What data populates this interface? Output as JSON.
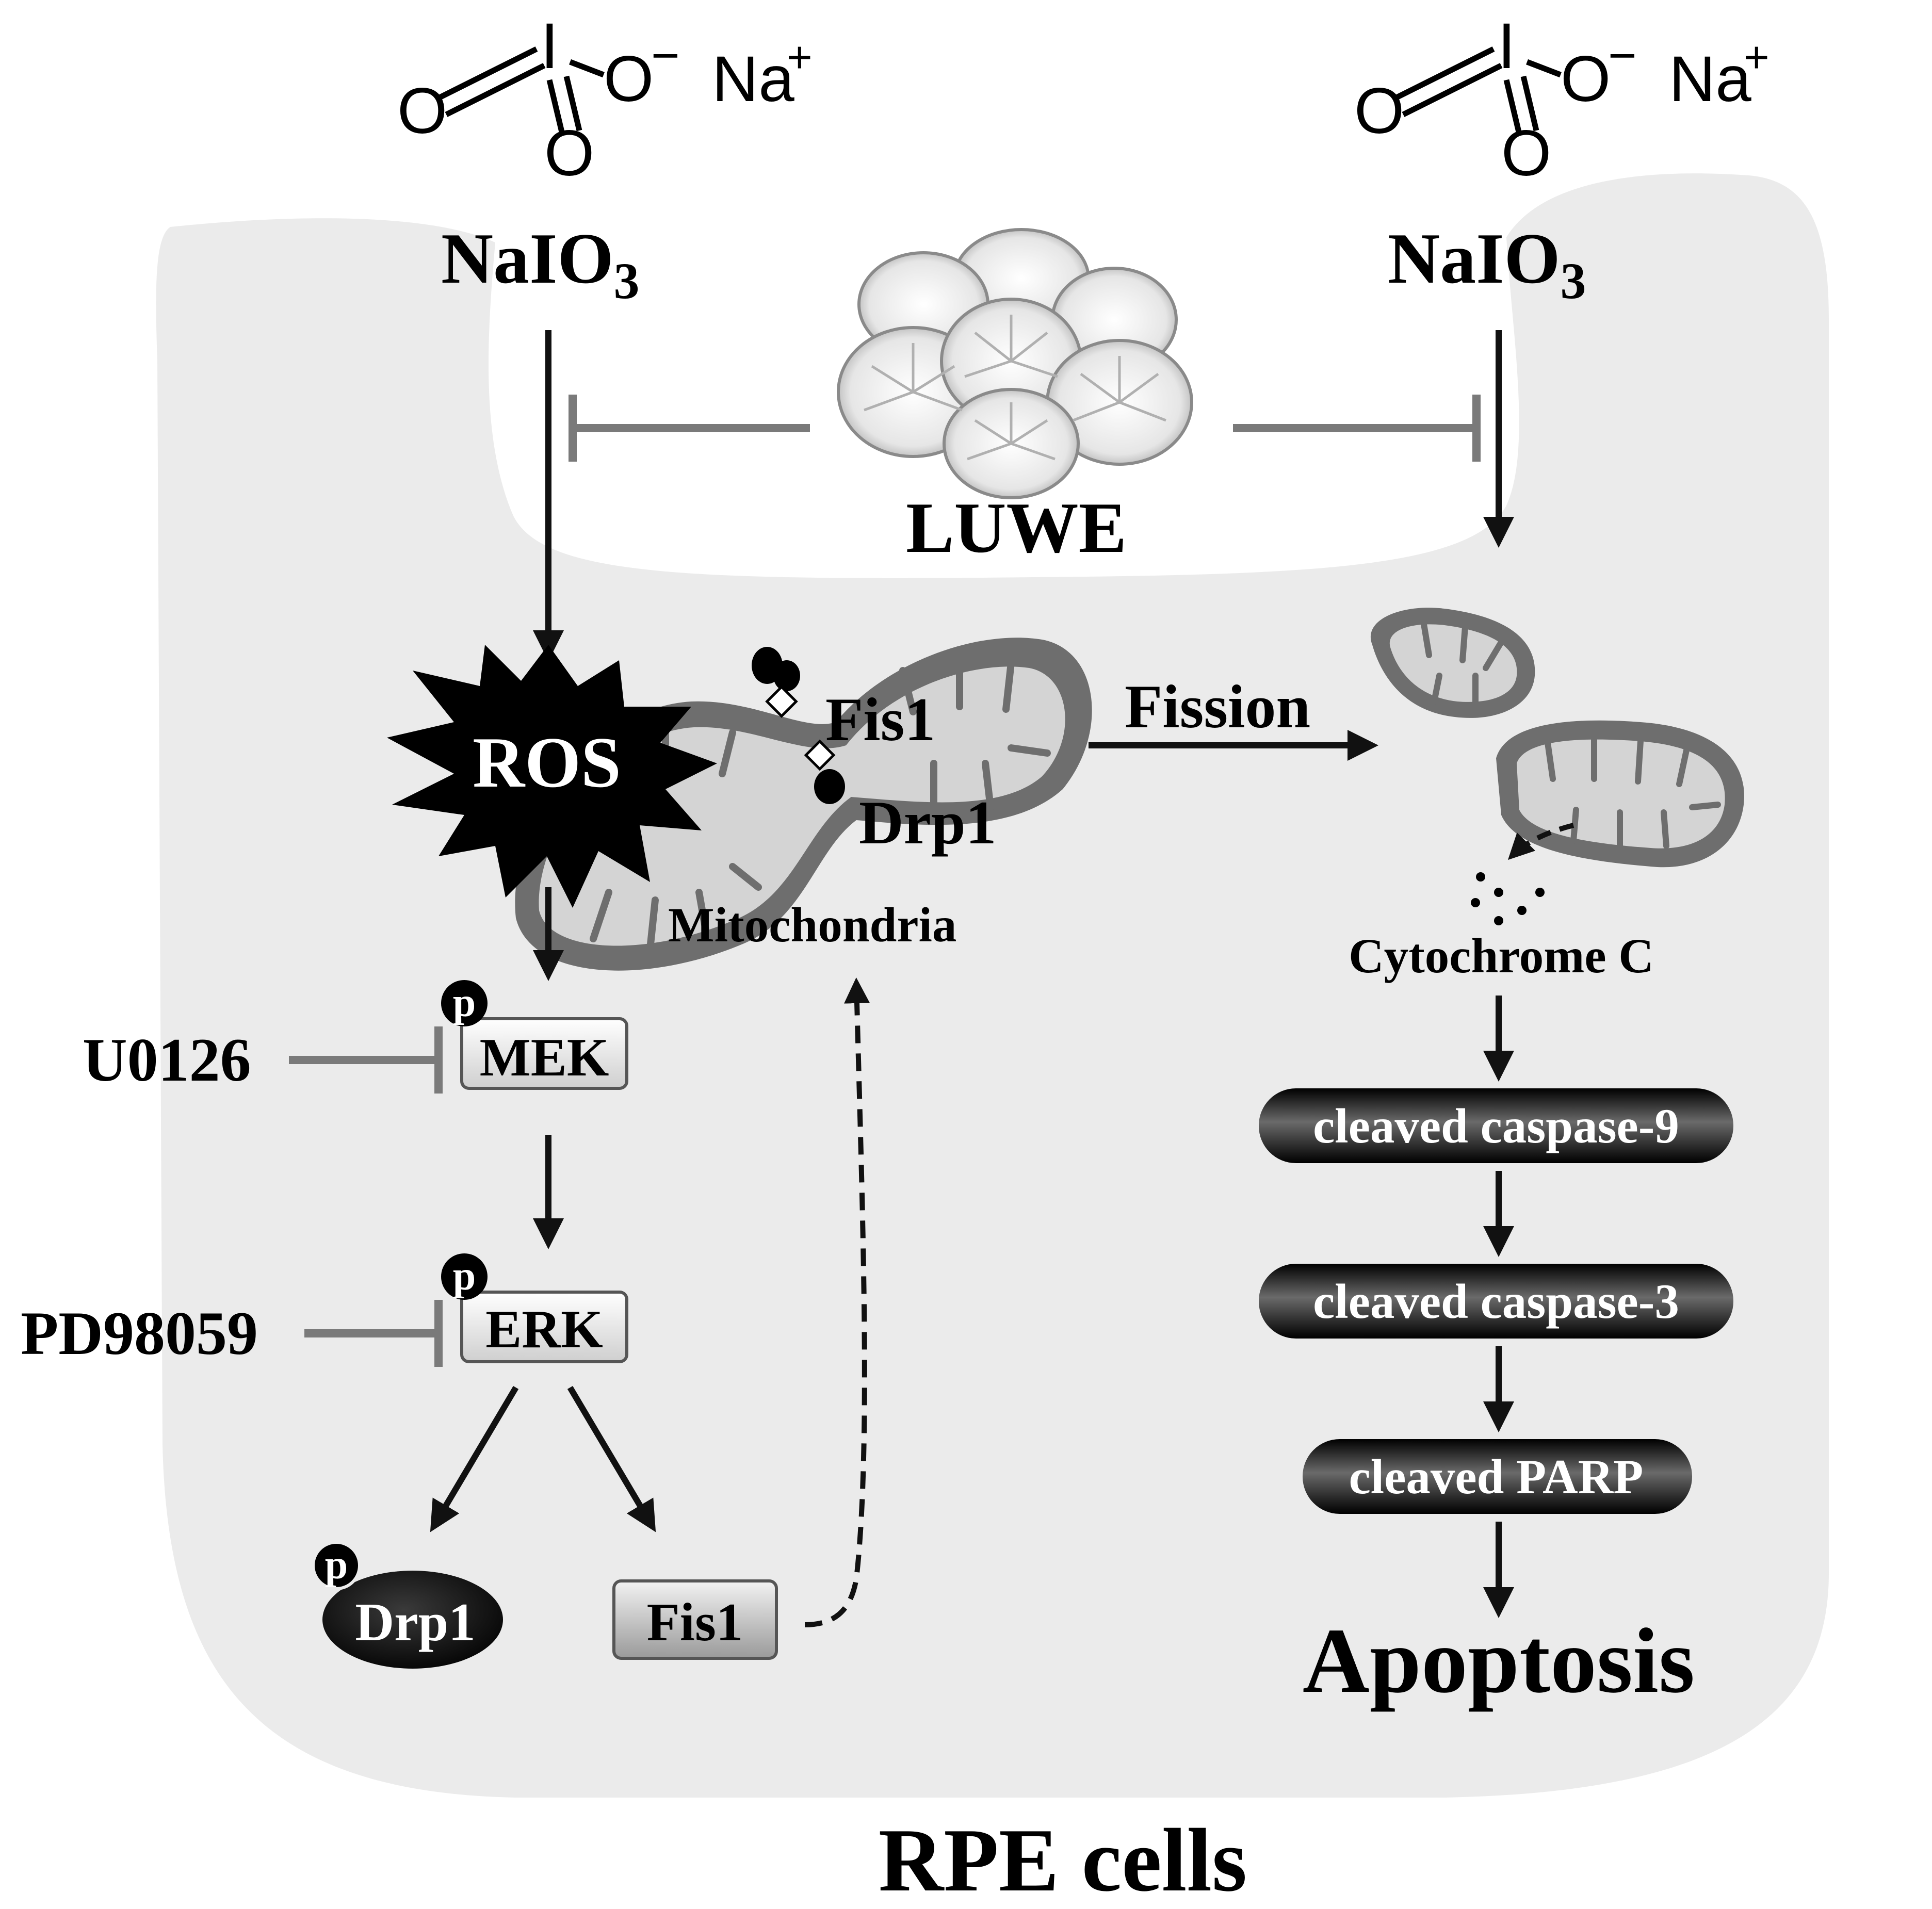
{
  "molecule": {
    "atom_o": "O",
    "atom_i": "I",
    "anion": "O",
    "minus": "−",
    "cation": "Na",
    "plus": "+"
  },
  "labels": {
    "naio3_left_main": "NaIO",
    "naio3_left_sub": "3",
    "naio3_right_main": "NaIO",
    "naio3_right_sub": "3",
    "luwe": "LUWE",
    "ros": "ROS",
    "fis1_mito": "Fis1",
    "drp1_mito": "Drp1",
    "mitochondria": "Mitochondria",
    "fission": "Fission",
    "cytochrome_c": "Cytochrome C",
    "u0126": "U0126",
    "pd98059": "PD98059",
    "mek": "MEK",
    "erk": "ERK",
    "drp1_node": "Drp1",
    "fis1_node": "Fis1",
    "phospho": "p",
    "caspase9": "cleaved caspase-9",
    "caspase3": "cleaved caspase-3",
    "parp": "cleaved PARP",
    "apoptosis": "Apoptosis",
    "rpe_cells": "RPE cells"
  },
  "colors": {
    "cell_fill": "#ebebeb",
    "inhibitor_line": "#7a7a7a",
    "mito_outer": "#6e6e6e",
    "mito_inner": "#d4d4d4",
    "arrow": "#111111",
    "pill_dark": "#1e1e1e"
  }
}
